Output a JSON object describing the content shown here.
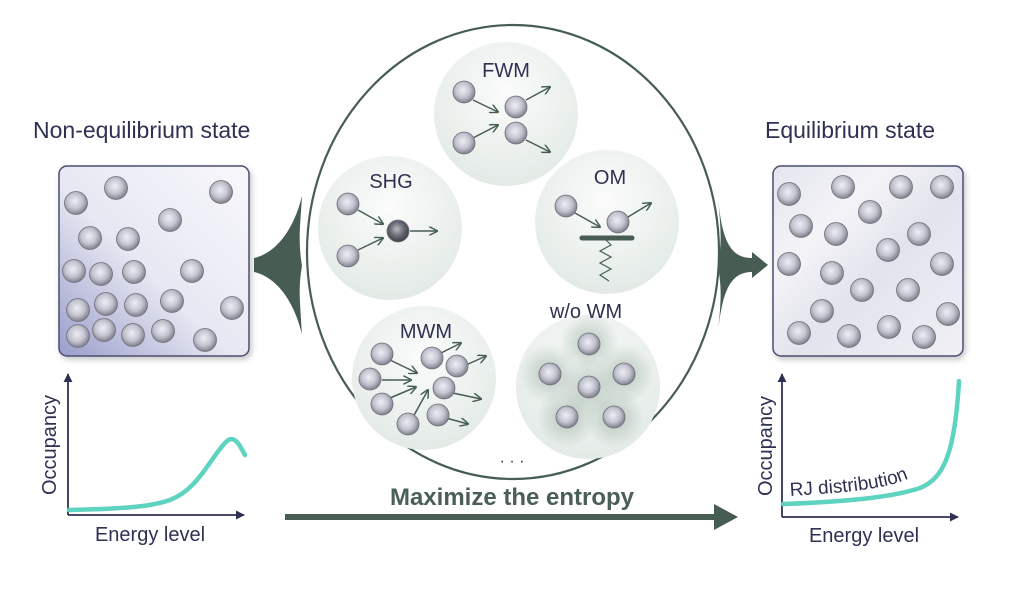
{
  "colors": {
    "dark_green": "#475d54",
    "text_navy": "#2e3152",
    "curve_teal": "#5ed3c0",
    "box_border": "#4b4e70",
    "bubble_fill": "#e9efeb"
  },
  "left_panel": {
    "title": "Non-equilibrium state",
    "plot": {
      "ylabel": "Occupancy",
      "xlabel": "Energy level",
      "curve": "peaked"
    }
  },
  "right_panel": {
    "title": "Equilibrium state",
    "plot": {
      "ylabel": "Occupancy",
      "xlabel": "Energy level",
      "curve_label": "RJ distribution",
      "curve": "rising"
    }
  },
  "center": {
    "processes": [
      {
        "id": "fwm",
        "label": "FWM"
      },
      {
        "id": "shg",
        "label": "SHG"
      },
      {
        "id": "om",
        "label": "OM"
      },
      {
        "id": "mwm",
        "label": "MWM"
      },
      {
        "id": "wowm",
        "label": "w/o WM"
      }
    ],
    "ellipsis": "· · ·"
  },
  "bottom_arrow": {
    "label": "Maximize the entropy"
  }
}
